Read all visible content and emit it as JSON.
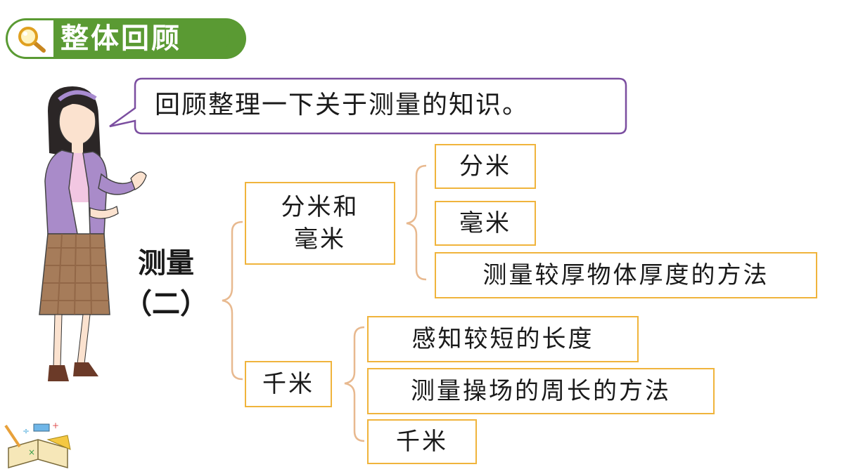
{
  "header": {
    "title": "整体回顾",
    "icon": "magnifier-icon"
  },
  "bubble": {
    "text": "回顾整理一下关于测量的知识。"
  },
  "diagram": {
    "root": {
      "line1": "测量",
      "line2": "（二）"
    },
    "branches": [
      {
        "label_line1": "分米和",
        "label_line2": "毫米",
        "items": [
          "分米",
          "毫米",
          "测量较厚物体厚度的方法"
        ]
      },
      {
        "label": "千米",
        "items": [
          "感知较短的长度",
          "测量操场的周长的方法",
          "千米"
        ]
      }
    ]
  },
  "colors": {
    "green": "#5a9a33",
    "border": "#f0b43c",
    "bracket": "#e8b98f",
    "bubble_border": "#7b4ea0"
  }
}
